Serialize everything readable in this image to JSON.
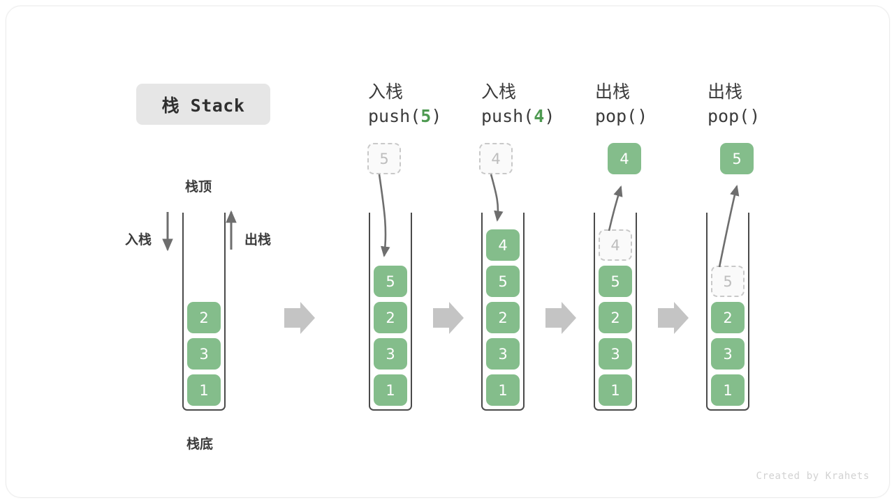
{
  "figure": {
    "title": "栈 Stack",
    "watermark": "Created by Krahets",
    "accent_green": "#84bd8b",
    "ghost_gray": "#bdbdbd",
    "wall_color": "#4a4a4a",
    "arrow_color": "#6e6e6e",
    "step_arrow_color": "#c4c4c4"
  },
  "annotations": {
    "top": "栈顶",
    "bottom": "栈底",
    "push_side": "入栈",
    "pop_side": "出栈"
  },
  "stages": [
    {
      "id": "stage-initial",
      "op_cn": "",
      "op_code_prefix": "",
      "op_code_num": "",
      "op_code_suffix": "",
      "cells": [
        {
          "value": "2",
          "state": "solid"
        },
        {
          "value": "3",
          "state": "solid"
        },
        {
          "value": "1",
          "state": "solid"
        }
      ],
      "floating": null
    },
    {
      "id": "stage-push-5",
      "op_cn": "入栈",
      "op_code_prefix": "push(",
      "op_code_num": "5",
      "op_code_suffix": ")",
      "cells": [
        {
          "value": "5",
          "state": "solid"
        },
        {
          "value": "2",
          "state": "solid"
        },
        {
          "value": "3",
          "state": "solid"
        },
        {
          "value": "1",
          "state": "solid"
        }
      ],
      "floating": {
        "value": "5",
        "state": "ghost",
        "direction": "in"
      }
    },
    {
      "id": "stage-push-4",
      "op_cn": "入栈",
      "op_code_prefix": "push(",
      "op_code_num": "4",
      "op_code_suffix": ")",
      "cells": [
        {
          "value": "4",
          "state": "solid"
        },
        {
          "value": "5",
          "state": "solid"
        },
        {
          "value": "2",
          "state": "solid"
        },
        {
          "value": "3",
          "state": "solid"
        },
        {
          "value": "1",
          "state": "solid"
        }
      ],
      "floating": {
        "value": "4",
        "state": "ghost",
        "direction": "in"
      }
    },
    {
      "id": "stage-pop-4",
      "op_cn": "出栈",
      "op_code_prefix": "pop(",
      "op_code_num": "",
      "op_code_suffix": ")",
      "cells": [
        {
          "value": "4",
          "state": "ghost"
        },
        {
          "value": "5",
          "state": "solid"
        },
        {
          "value": "2",
          "state": "solid"
        },
        {
          "value": "3",
          "state": "solid"
        },
        {
          "value": "1",
          "state": "solid"
        }
      ],
      "floating": {
        "value": "4",
        "state": "solid",
        "direction": "out"
      }
    },
    {
      "id": "stage-pop-5",
      "op_cn": "出栈",
      "op_code_prefix": "pop(",
      "op_code_num": "",
      "op_code_suffix": ")",
      "cells": [
        {
          "value": "5",
          "state": "ghost"
        },
        {
          "value": "2",
          "state": "solid"
        },
        {
          "value": "3",
          "state": "solid"
        },
        {
          "value": "1",
          "state": "solid"
        }
      ],
      "floating": {
        "value": "5",
        "state": "solid",
        "direction": "out"
      }
    }
  ],
  "step_arrows": 4
}
